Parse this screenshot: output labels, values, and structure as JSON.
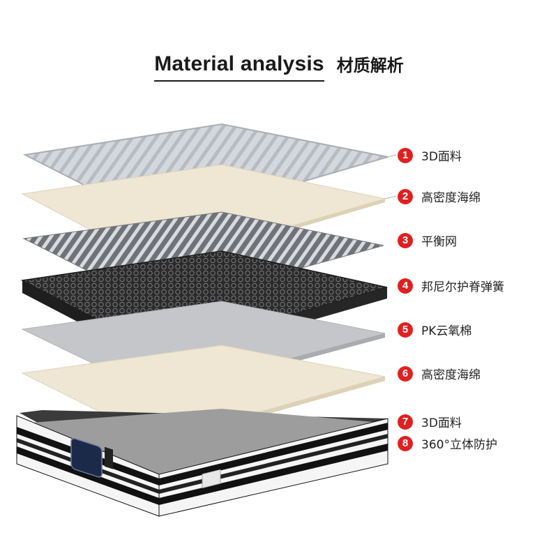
{
  "header": {
    "title_en": "Material analysis",
    "title_cn": "材质解析"
  },
  "layers": [
    {
      "num": "1",
      "text": "3D面料"
    },
    {
      "num": "2",
      "text": "高密度海绵"
    },
    {
      "num": "3",
      "text": "平衡网"
    },
    {
      "num": "4",
      "text": "邦尼尔护脊弹簧"
    },
    {
      "num": "5",
      "text": "PK云氧棉"
    },
    {
      "num": "6",
      "text": "高密度海绵"
    },
    {
      "num": "7",
      "text": "3D面料"
    },
    {
      "num": "8",
      "text": "360°立体防护"
    }
  ],
  "colors": {
    "badge": "#e02020",
    "fabric": "#c9cdd3",
    "foam": "#efe6d3",
    "mesh": "#8d9096",
    "spring": "#2a2a2a",
    "pk": "#c4c6c9"
  }
}
